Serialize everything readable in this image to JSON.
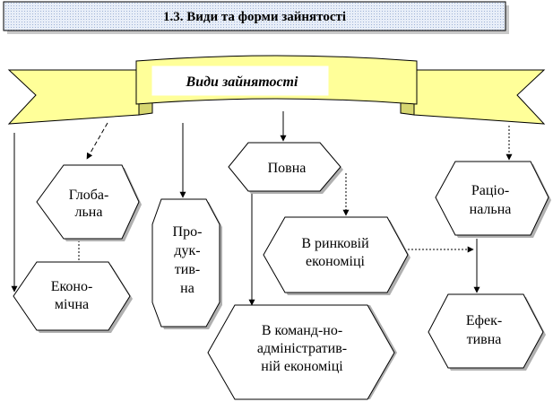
{
  "title": "1.3. Види та форми зайнятості",
  "banner": "Види зайнятості",
  "nodes": {
    "global": [
      "Глоба-",
      "льна"
    ],
    "economic": [
      "Еконо-",
      "мічна"
    ],
    "productive": [
      "Про-",
      "дук-",
      "тив-",
      "на"
    ],
    "full": [
      "Повна"
    ],
    "market": [
      "В ринковій",
      "економіці"
    ],
    "command": [
      "В команд-но-",
      "адміністратив-",
      "ній економіці"
    ],
    "rational": [
      "Раціо-",
      "нальна"
    ],
    "effective": [
      "Ефек-",
      "тивна"
    ]
  },
  "colors": {
    "banner_fill": "#ffff99",
    "title_bg": "#dde5f2",
    "shadow": "#b0b0b0",
    "stroke": "#000000",
    "node_fill": "#ffffff"
  }
}
